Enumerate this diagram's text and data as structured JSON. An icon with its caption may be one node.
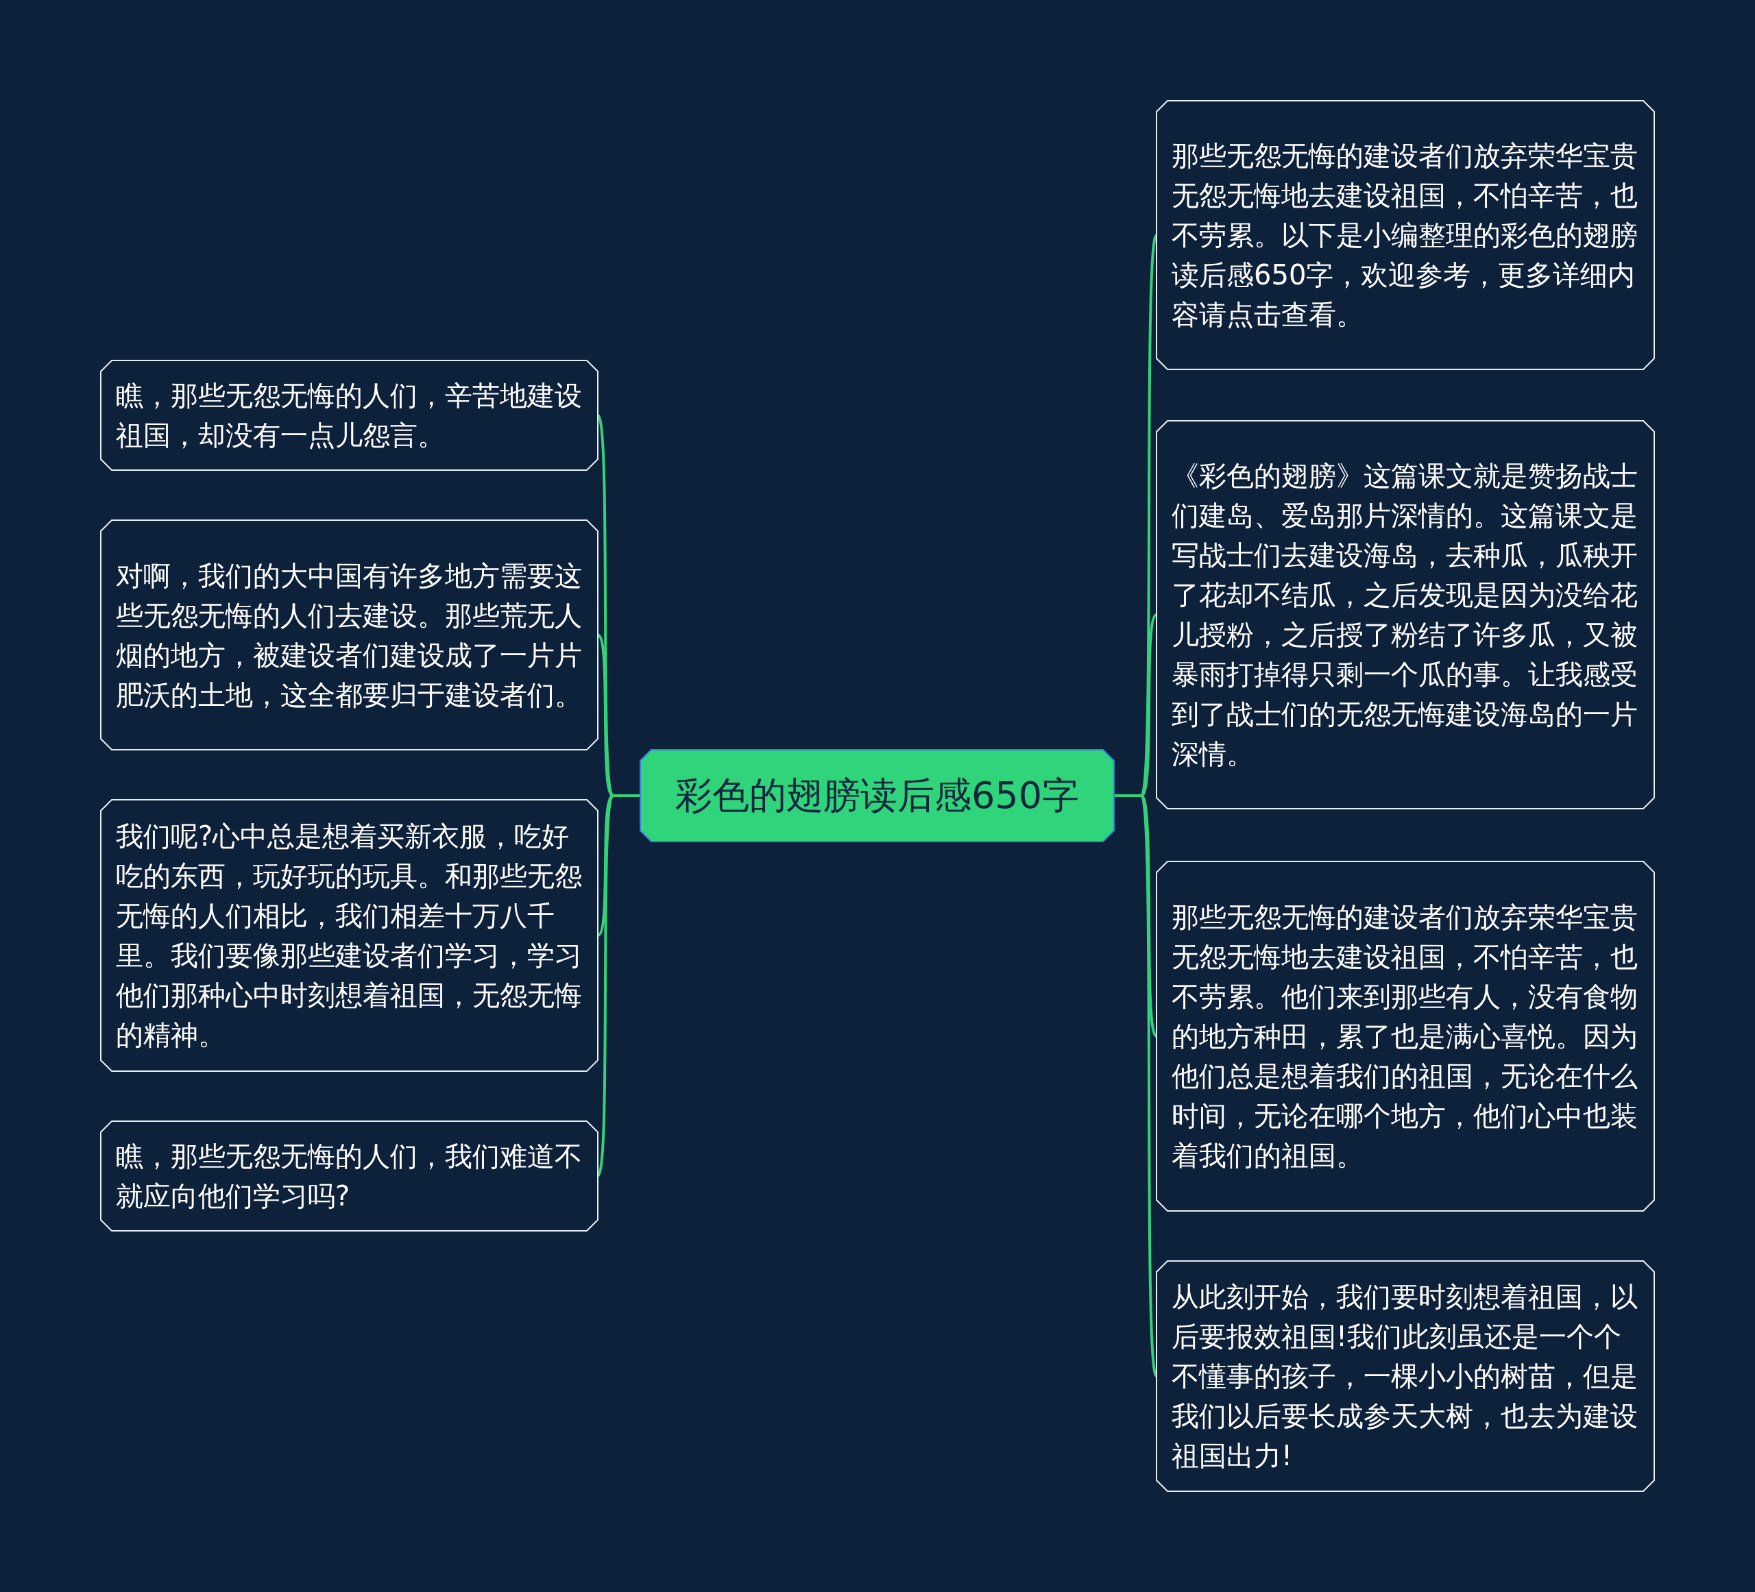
{
  "diagram": {
    "nodes": [
      {
        "text": [
          "彩色的翅膀读后感650字"
        ]
      },
      {
        "text": [
          "瞧，那些无怨无悔的人们，辛苦地建设祖国，却没有一点儿怨言。"
        ]
      },
      {
        "text": [
          "对啊，我们的大中国有许多地方需要这些无怨无悔的人们去建设。那些荒无人烟的地方，被建设者们建设成了一片片肥沃的土地，这全都要归于建设者们。"
        ]
      },
      {
        "text": [
          "我们呢?心中总是想着买新衣服，吃好吃的东西，玩好玩的玩具。和那些无怨无悔的人们相比，我们相差十万八千里。我们要像那些建设者们学习，学习他们那种心中时刻想着祖国，无怨无悔的精神。"
        ]
      },
      {
        "text": [
          "瞧，那些无怨无悔的人们，我们难道不就应向他们学习吗?"
        ]
      },
      {
        "text": [
          "那些无怨无悔的建设者们放弃荣华宝贵无怨无悔地去建设祖国，不怕辛苦，也不劳累。以下是小编整理的彩色的翅膀读后感650字，欢迎参考，更多详细内容请点击查看。"
        ]
      },
      {
        "text": [
          "《彩色的翅膀》这篇课文就是赞扬战士们建岛、爱岛那片深情的。这篇课文是写战士们去建设海岛，去种瓜，瓜秧开了花却不结瓜，之后发现是因为没给花儿授粉，之后授了粉结了许多瓜，又被暴雨打掉得只剩一个瓜的事。让我感受到了战士们的无怨无悔建设海岛的一片深情。"
        ]
      },
      {
        "text": [
          "那些无怨无悔的建设者们放弃荣华宝贵无怨无悔地去建设祖国，不怕辛苦，也不劳累。他们来到那些有人，没有食物的地方种田，累了也是满心喜悦。因为他们总是想着我们的祖国，无论在什么时间，无论在哪个地方，他们心中也装着我们的祖国。"
        ]
      },
      {
        "text": [
          "从此刻开始，我们要时刻想着祖国，以后要报效祖国!我们此刻虽还是一个个不懂事的孩子，一棵小小的树苗，但是我们以后要长成参天大树，也去为建设祖国出力!"
        ]
      }
    ],
    "edges": [
      {
        "from": 0,
        "to": 1,
        "arrow": "none"
      },
      {
        "from": 0,
        "to": 2,
        "arrow": "none"
      },
      {
        "from": 0,
        "to": 3,
        "arrow": "none"
      },
      {
        "from": 0,
        "to": 4,
        "arrow": "none"
      },
      {
        "from": 0,
        "to": 5,
        "arrow": "none"
      },
      {
        "from": 0,
        "to": 6,
        "arrow": "none"
      },
      {
        "from": 0,
        "to": 7,
        "arrow": "none"
      },
      {
        "from": 0,
        "to": 8,
        "arrow": "none"
      }
    ]
  }
}
